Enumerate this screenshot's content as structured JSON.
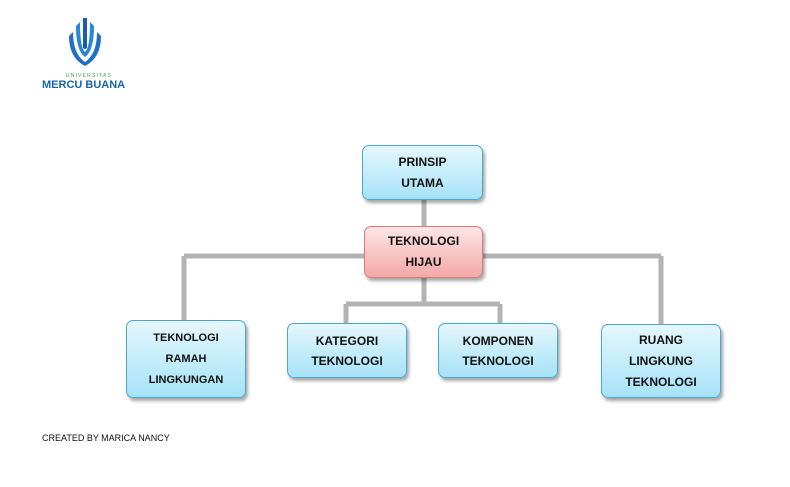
{
  "logo": {
    "subtitle": "UNIVERSITAS",
    "name": "MERCU BUANA"
  },
  "nodes": {
    "prinsip": "PRINSIP\nUTAMA",
    "teknologi_hijau": "TEKNOLOGI\nHIJAU",
    "ramah": "TEKNOLOGI\nRAMAH\nLINGKUNGAN",
    "kategori": "KATEGORI\nTEKNOLOGI",
    "komponen": "KOMPONEN\nTEKNOLOGI",
    "ruang": "RUANG\nLINGKUNG\nTEKNOLOGI"
  },
  "credit": "CREATED BY MARICA NANCY",
  "colors": {
    "connector": "#b3b3b3",
    "blue_border": "#4aa8d8",
    "red_border": "#d97c7c"
  }
}
